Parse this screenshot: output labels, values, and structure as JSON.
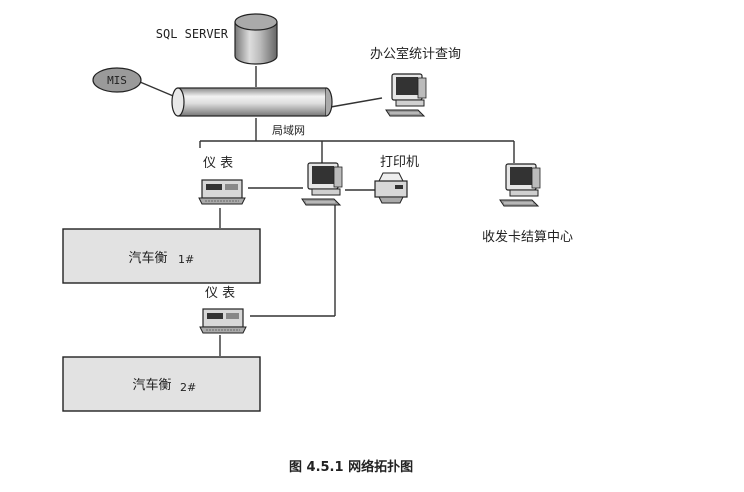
{
  "nodes": {
    "sql_server": "SQL SERVER",
    "mis": "MIS",
    "office_stats": "办公室统计查询",
    "lan": "局域网",
    "meter1": "仪 表",
    "printer": "打印机",
    "card_center": "收发卡结算中心",
    "scale1_name": "汽车衡",
    "scale1_no": "1#",
    "meter2": "仪 表",
    "scale2_name": "汽车衡",
    "scale2_no": "2#"
  },
  "caption": "图 4.5.1 网络拓扑图"
}
